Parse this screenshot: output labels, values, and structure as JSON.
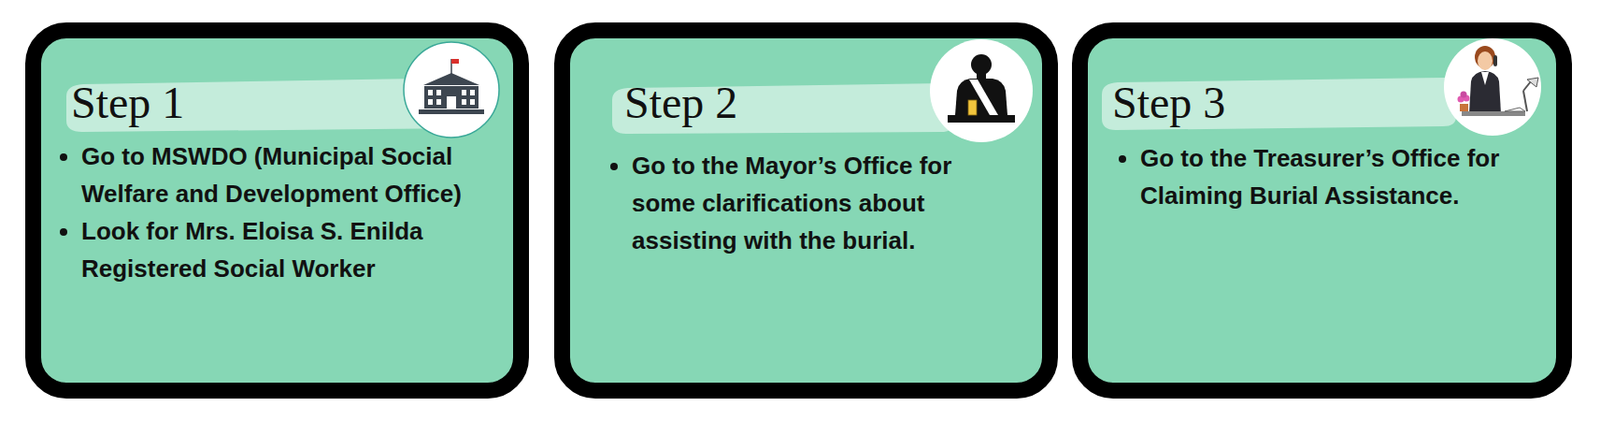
{
  "diagram": {
    "nodes": [
      {
        "text": [
          "Step 1",
          "Go to MSWDO (Municipal Social Welfare and Development Office)",
          "Look for Mrs. Eloisa S. Enilda Registered Social Worker"
        ]
      },
      {
        "text": [
          "Step 2",
          "Go to the Mayor’s Office for some clarifications about assisting with the burial."
        ]
      },
      {
        "text": [
          "Step 3",
          "Go to the Treasurer’s Office for Claiming Burial Assistance."
        ]
      }
    ]
  }
}
